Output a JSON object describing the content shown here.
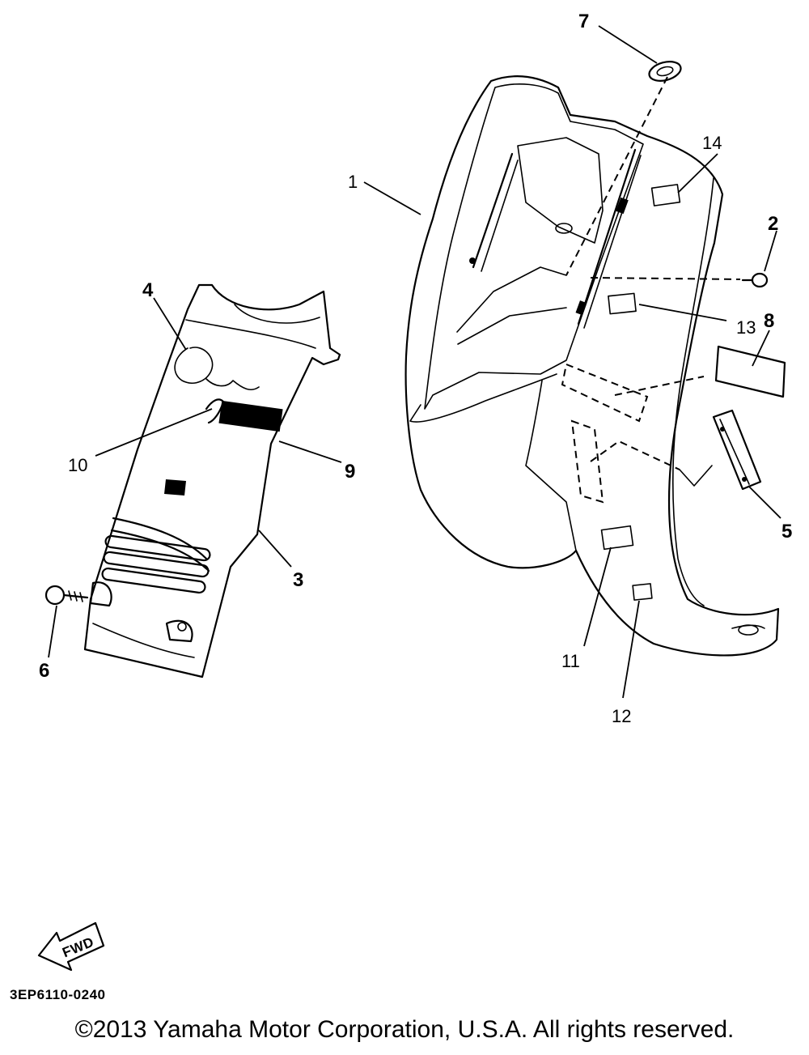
{
  "callouts": {
    "c1": "1",
    "c2": "2",
    "c3": "3",
    "c4": "4",
    "c5": "5",
    "c6": "6",
    "c7": "7",
    "c8": "8",
    "c9": "9",
    "c10": "10",
    "c11": "11",
    "c12": "12",
    "c13": "13",
    "c14": "14"
  },
  "fwd_label": "FWD",
  "diagram_code": "3EP6110-0240",
  "copyright": "©2013 Yamaha Motor Corporation, U.S.A. All rights reserved."
}
